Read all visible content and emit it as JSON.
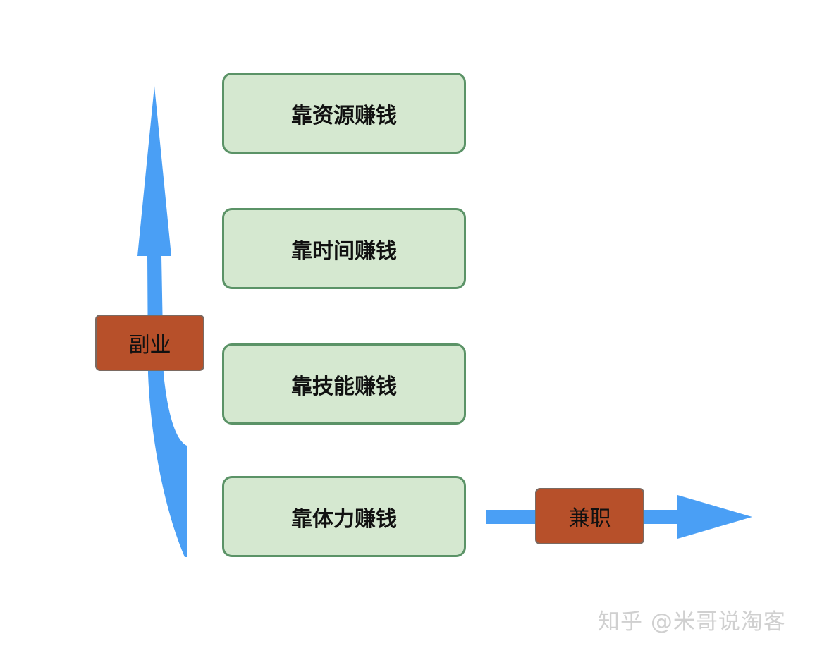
{
  "boxes": [
    {
      "label": "靠资源赚钱"
    },
    {
      "label": "靠时间赚钱"
    },
    {
      "label": "靠技能赚钱"
    },
    {
      "label": "靠体力赚钱"
    }
  ],
  "tags": {
    "vertical": "副业",
    "horizontal": "兼职"
  },
  "watermark": "知乎 @米哥说淘客",
  "colors": {
    "arrow": "#4a9ff5",
    "box_fill": "#d5e8d0",
    "box_border": "#5b9367",
    "tag_fill": "#b7502a"
  }
}
